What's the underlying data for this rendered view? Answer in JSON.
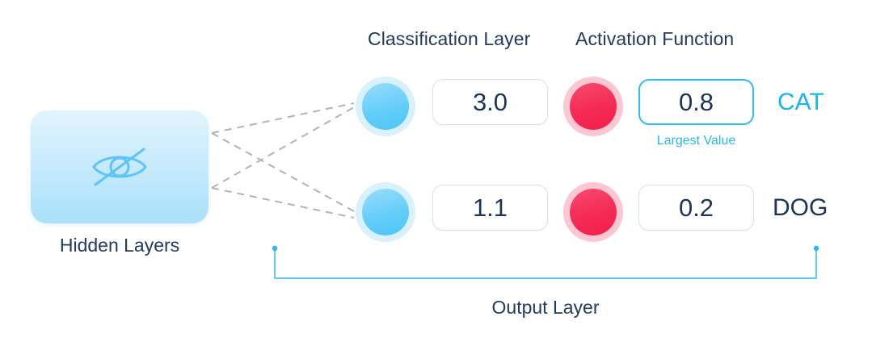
{
  "diagram": {
    "title_headings": {
      "classification": "Classification Layer",
      "activation": "Activation Function"
    },
    "hidden_layer": {
      "caption": "Hidden Layers",
      "icon": "eye-slash-icon",
      "fill_top": "#e2f4fd",
      "fill_bottom": "#a9e0fa",
      "icon_color": "#5dc4f5"
    },
    "rows": [
      {
        "node_class_icon": "blue-node-circle",
        "score": "3.0",
        "node_activation_icon": "red-node-circle",
        "probability": "0.8",
        "probability_highlighted": true,
        "probability_note": "Largest Value",
        "class_label": "CAT",
        "class_label_color": "#1ab3f0"
      },
      {
        "node_class_icon": "blue-node-circle",
        "score": "1.1",
        "node_activation_icon": "red-node-circle",
        "probability": "0.2",
        "probability_highlighted": false,
        "probability_note": "",
        "class_label": "DOG",
        "class_label_color": "#1e3358"
      }
    ],
    "output_bracket": {
      "caption": "Output Layer",
      "color": "#5ccdf7"
    },
    "connectors": {
      "style": "dashed",
      "color": "#b0b3b8",
      "count": 4
    },
    "colors": {
      "text_navy": "#23395d",
      "accent_cyan": "#29b6f6",
      "node_blue": "#62cdf8",
      "node_blue_halo": "#d9f0fd",
      "node_red": "#f52b55",
      "node_red_halo": "#fcc6d2",
      "box_border": "#dcdfe3",
      "background": "#ffffff"
    }
  }
}
